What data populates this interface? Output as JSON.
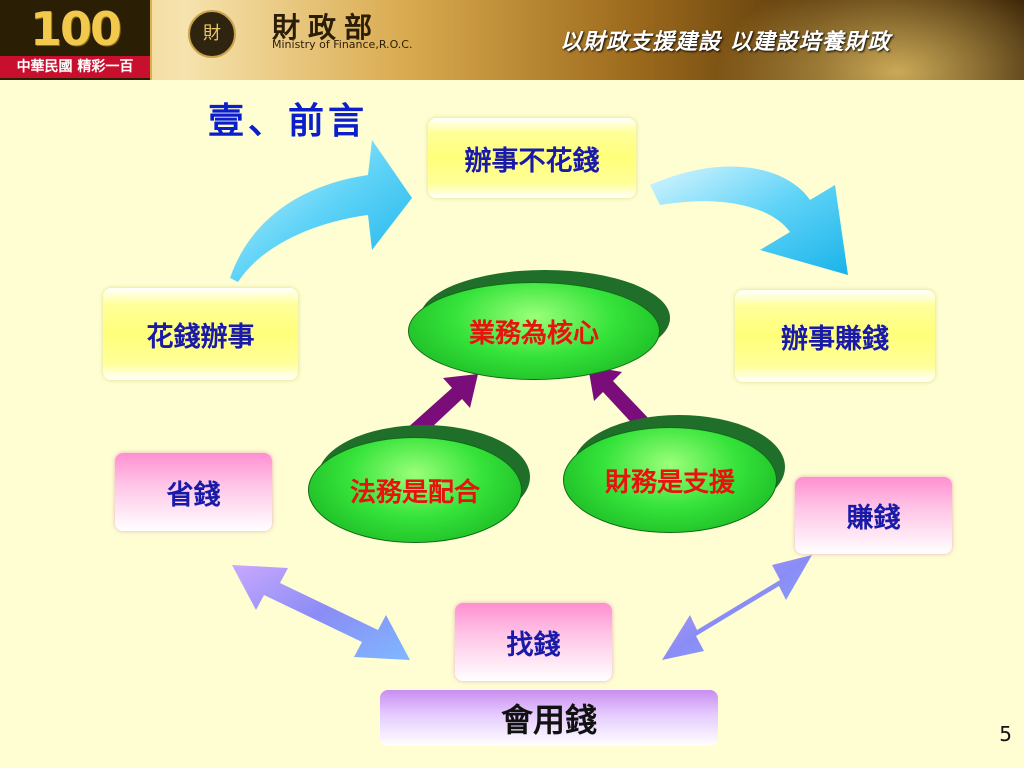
{
  "header": {
    "logo_digits": "100",
    "logo_caption": "中華民國 精彩一百",
    "seal_glyph": "財",
    "ministry_cn": "財政部",
    "ministry_en": "Ministry of Finance,R.O.C.",
    "slogan": "以財政支援建設 以建設培養財政"
  },
  "title": "壹、前言",
  "boxes": {
    "top": "辦事不花錢",
    "left": "花錢辦事",
    "right": "辦事賺錢",
    "save": "省錢",
    "earn": "賺錢",
    "find": "找錢",
    "use": "會用錢"
  },
  "ovals": {
    "core": "業務為核心",
    "law": "法務是配合",
    "finance": "財務是支援"
  },
  "page_number": "5",
  "colors": {
    "title": "#0a1ecc",
    "box_text": "#1a1aa8",
    "oval_text": "#e8120f",
    "purple_arrow": "#7a0d7a",
    "cyan_arrow": "#29c4f0",
    "violet_arrow": "#8a8cf5"
  }
}
